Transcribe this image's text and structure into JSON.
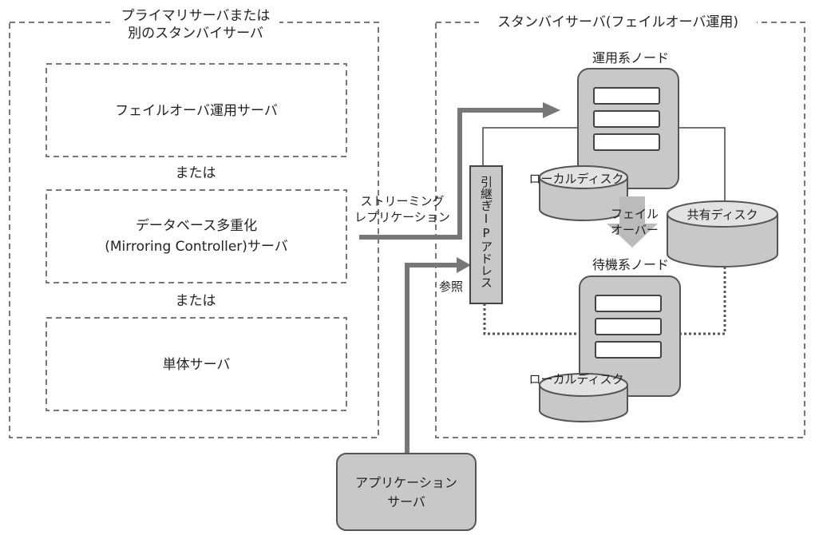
{
  "primary_group": {
    "title_line1": "プライマリサーバまたは",
    "title_line2": "別のスタンバイサーバ",
    "option_failover": "フェイルオーバ運用サーバ",
    "or_1": "または",
    "option_mirroring_line1": "データベース多重化",
    "option_mirroring_line2": "(Mirroring Controller)サーバ",
    "or_2": "または",
    "option_single": "単体サーバ"
  },
  "standby_group": {
    "title": "スタンバイサーバ(フェイルオーバ運用)",
    "active_node": "運用系ノード",
    "standby_node": "待機系ノード",
    "local_disk_active": "ローカルディスク",
    "local_disk_standby": "ローカルディスク",
    "shared_disk": "共有ディスク",
    "failover_line1": "フェイル",
    "failover_line2": "オーバー",
    "takeover_ip": "引継ぎIPアドレス"
  },
  "connections": {
    "streaming_line1": "ストリーミング",
    "streaming_line2": "レプリケーション",
    "reference": "参照"
  },
  "app_server": {
    "line1": "アプリケーション",
    "line2": "サーバ"
  },
  "colors": {
    "box_fill": "#cfcfcf",
    "stroke": "#555555",
    "dashed": "#777777",
    "arrow": "#777777"
  }
}
